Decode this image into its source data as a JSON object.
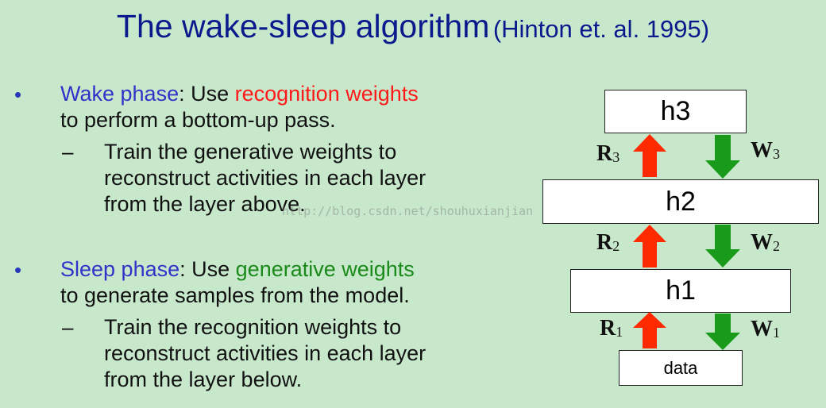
{
  "title": {
    "main": "The wake-sleep algorithm",
    "sub": "(Hinton et. al. 1995)"
  },
  "wake": {
    "bullet": "•",
    "label": "Wake phase",
    "text1": ": Use ",
    "highlight": "recognition weights",
    "line2": "to perform a bottom-up pass.",
    "dash": "–",
    "sub_lines": [
      "Train the generative weights to",
      "reconstruct activities in each layer",
      "from the layer above."
    ]
  },
  "sleep": {
    "bullet": "•",
    "label": "Sleep phase",
    "text1": ": Use ",
    "highlight": "generative weights",
    "line2": "to generate samples from the model.",
    "dash": "–",
    "sub_lines": [
      "Train the recognition weights to",
      "reconstruct activities in each layer",
      "from the layer below."
    ]
  },
  "watermark": "http://blog.csdn.net/shouhuxianjian",
  "diagram": {
    "layers": [
      "h3",
      "h2",
      "h1",
      "data"
    ],
    "recognition": [
      {
        "letter": "R",
        "index": "3"
      },
      {
        "letter": "R",
        "index": "2"
      },
      {
        "letter": "R",
        "index": "1"
      }
    ],
    "generative": [
      {
        "letter": "W",
        "index": "3"
      },
      {
        "letter": "W",
        "index": "2"
      },
      {
        "letter": "W",
        "index": "1"
      }
    ],
    "colors": {
      "up_arrow": "#ff2a00",
      "down_arrow": "#1a9a1a"
    }
  }
}
